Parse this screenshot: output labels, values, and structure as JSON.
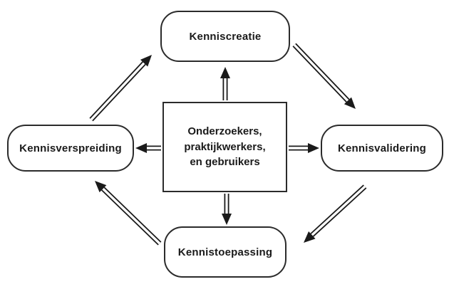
{
  "diagram": {
    "center": {
      "label": "Onderzoekers,\npraktijkwerkers,\nen gebruikers"
    },
    "nodes": {
      "top": {
        "label": "Kenniscreatie"
      },
      "right": {
        "label": "Kennisvalidering"
      },
      "bottom": {
        "label": "Kennistoepassing"
      },
      "left": {
        "label": "Kennisverspreiding"
      }
    },
    "colors": {
      "line": "#1a1a1a",
      "background": "#ffffff"
    }
  }
}
